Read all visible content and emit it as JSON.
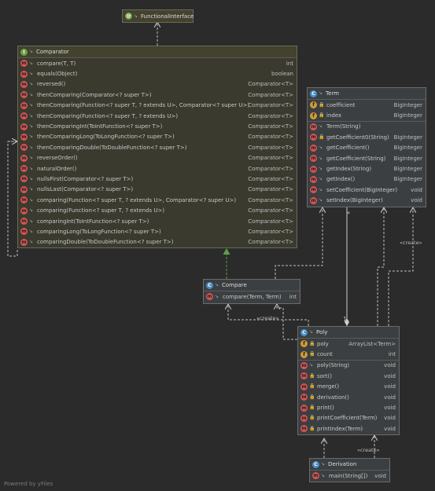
{
  "functional_interface": {
    "name": "FunctionalInterface"
  },
  "comparator": {
    "name": "Comparator",
    "methods": [
      {
        "name": "compare(T, T)",
        "type": "int"
      },
      {
        "name": "equals(Object)",
        "type": "boolean"
      },
      {
        "name": "reversed()",
        "type": "Comparator<T>"
      },
      {
        "name": "thenComparing(Comparator<? super T>)",
        "type": "Comparator<T>"
      },
      {
        "name": "thenComparing(Function<? super T, ? extends U>, Comparator<? super U>)",
        "type": "Comparator<T>"
      },
      {
        "name": "thenComparing(Function<? super T, ? extends U>)",
        "type": "Comparator<T>"
      },
      {
        "name": "thenComparingInt(ToIntFunction<? super T>)",
        "type": "Comparator<T>"
      },
      {
        "name": "thenComparingLong(ToLongFunction<? super T>)",
        "type": "Comparator<T>"
      },
      {
        "name": "thenComparingDouble(ToDoubleFunction<? super T>)",
        "type": "Comparator<T>"
      },
      {
        "name": "reverseOrder()",
        "type": "Comparator<T>"
      },
      {
        "name": "naturalOrder()",
        "type": "Comparator<T>"
      },
      {
        "name": "nullsFirst(Comparator<? super T>)",
        "type": "Comparator<T>"
      },
      {
        "name": "nullsLast(Comparator<? super T>)",
        "type": "Comparator<T>"
      },
      {
        "name": "comparing(Function<? super T, ? extends U>, Comparator<? super U>)",
        "type": "Comparator<T>"
      },
      {
        "name": "comparing(Function<? super T, ? extends U>)",
        "type": "Comparator<T>"
      },
      {
        "name": "comparingInt(ToIntFunction<? super T>)",
        "type": "Comparator<T>"
      },
      {
        "name": "comparingLong(ToLongFunction<? super T>)",
        "type": "Comparator<T>"
      },
      {
        "name": "comparingDouble(ToDoubleFunction<? super T>)",
        "type": "Comparator<T>"
      }
    ]
  },
  "term": {
    "name": "Term",
    "fields": [
      {
        "name": "coefficient",
        "type": "BigInteger"
      },
      {
        "name": "index",
        "type": "BigInteger"
      }
    ],
    "methods": [
      {
        "name": "Term(String)",
        "type": ""
      },
      {
        "name": "getCoefficient0(String)",
        "type": "BigInteger"
      },
      {
        "name": "getCoefficient()",
        "type": "BigInteger"
      },
      {
        "name": "getCoefficient(String)",
        "type": "BigInteger"
      },
      {
        "name": "getIndex(String)",
        "type": "BigInteger"
      },
      {
        "name": "getIndex()",
        "type": "BigInteger"
      },
      {
        "name": "setCoefficient(BigInteger)",
        "type": "void"
      },
      {
        "name": "setIndex(BigInteger)",
        "type": "void"
      }
    ]
  },
  "compare": {
    "name": "Compare",
    "methods": [
      {
        "name": "compare(Term, Term)",
        "type": "int"
      }
    ]
  },
  "poly": {
    "name": "Poly",
    "fields": [
      {
        "name": "poly",
        "type": "ArrayList<Term>"
      },
      {
        "name": "count",
        "type": "int"
      }
    ],
    "methods": [
      {
        "name": "poly(String)",
        "type": "void"
      },
      {
        "name": "sort()",
        "type": "void"
      },
      {
        "name": "merge()",
        "type": "void"
      },
      {
        "name": "derivation()",
        "type": "void"
      },
      {
        "name": "print()",
        "type": "void"
      },
      {
        "name": "printCoefficient(Term)",
        "type": "void"
      },
      {
        "name": "printIndex(Term)",
        "type": "void"
      }
    ]
  },
  "derivation": {
    "name": "Derivation",
    "methods": [
      {
        "name": "main(String[])",
        "type": "void"
      }
    ]
  },
  "edge_labels": {
    "create_term": "«create»",
    "create_compare": "«create»",
    "create_poly": "«create»",
    "mult_one": "1",
    "mult_many": "*"
  },
  "footer": "Powered by yFiles",
  "colors": {
    "background": "#2b2b2b",
    "method_icon": "#d65555",
    "field_icon": "#d09a34",
    "class_icon": "#4a8fc6",
    "interface_icon": "#6ea444",
    "inheritance_arrow": "#5da04a"
  }
}
